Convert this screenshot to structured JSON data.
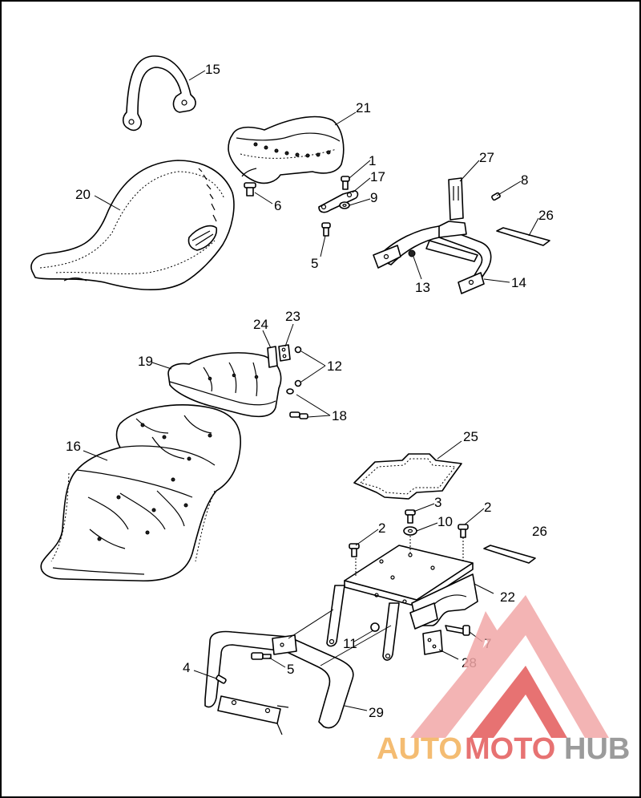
{
  "callouts": [
    "15",
    "21",
    "1",
    "17",
    "9",
    "20",
    "6",
    "5",
    "27",
    "8",
    "26",
    "13",
    "14",
    "24",
    "23",
    "19",
    "12",
    "18",
    "16",
    "25",
    "3",
    "2",
    "10",
    "26",
    "2",
    "22",
    "11",
    "7",
    "4",
    "5",
    "28",
    "29"
  ],
  "watermark": {
    "part1": "AUTO",
    "part2": "MOTO",
    "part3": "HUB",
    "color_primary": "#f2a7a7",
    "color_accent": "#e35a5a",
    "color_orange": "#f3b15a",
    "color_gray": "#8a8a8a"
  }
}
